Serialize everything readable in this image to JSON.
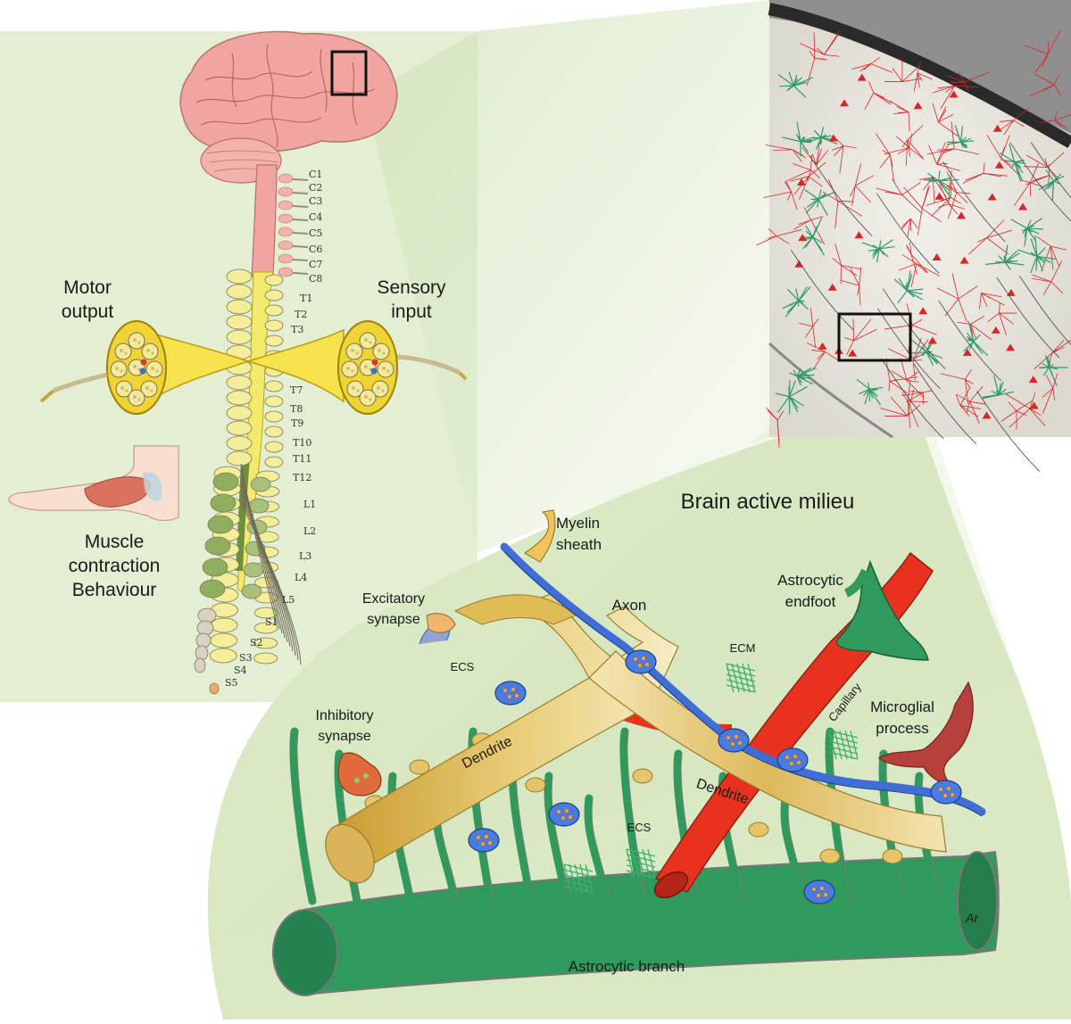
{
  "labels": {
    "motor": [
      "Motor",
      "output"
    ],
    "sensory": [
      "Sensory",
      "input"
    ],
    "muscle": [
      "Muscle",
      "contraction",
      "Behaviour"
    ],
    "title": "Brain active milieu",
    "myelin": [
      "Myelin",
      "sheath"
    ],
    "axon": "Axon",
    "endfoot": [
      "Astrocytic",
      "endfoot"
    ],
    "excitatory": [
      "Excitatory",
      "synapse"
    ],
    "ecs": "ECS",
    "ecm": "ECM",
    "inhibitory": [
      "Inhibitory",
      "synapse"
    ],
    "dendrite": "Dendrite",
    "capillary": "Capillary",
    "microglial": [
      "Microglial",
      "process"
    ],
    "branch": "Astrocytic branch",
    "signature": "Ar"
  },
  "segments": {
    "cervical": [
      "C1",
      "C2",
      "C3",
      "C4",
      "C5",
      "C6",
      "C7",
      "C8"
    ],
    "thoracic": [
      "T1",
      "T2",
      "T3",
      "T7",
      "T8",
      "T9",
      "T10",
      "T11",
      "T12"
    ],
    "lumbar": [
      "L1",
      "L2",
      "L3",
      "L4",
      "L5"
    ],
    "sacral": [
      "S1",
      "S2",
      "S3",
      "S4",
      "S5"
    ]
  },
  "colors": {
    "panel": "#e3eed3",
    "milieu": "#d8e9c4",
    "brain": "#f0a5a0",
    "cord_yellow": "#f2ea6a",
    "cord_green": "#8fae5e",
    "astro": "#2f9a5c",
    "capillary": "#e8321e",
    "axon": "#3f6fd6",
    "dendrite": "#d8b44a"
  }
}
